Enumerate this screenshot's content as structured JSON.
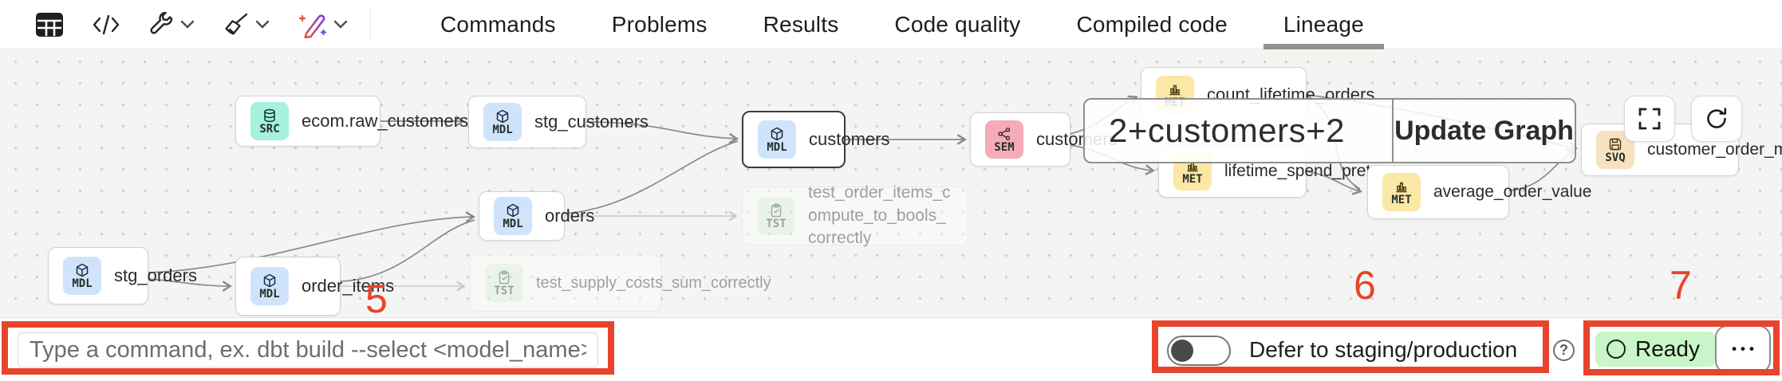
{
  "toolbar": {
    "icons": [
      "table-icon",
      "code-icon",
      "wrench-icon",
      "chevron-down-icon",
      "broom-icon",
      "chevron-down-icon",
      "magic-pencil-icon",
      "chevron-down-icon"
    ]
  },
  "tabs": [
    {
      "label": "Commands",
      "active": false
    },
    {
      "label": "Problems",
      "active": false
    },
    {
      "label": "Results",
      "active": false
    },
    {
      "label": "Code quality",
      "active": false
    },
    {
      "label": "Compiled code",
      "active": false
    },
    {
      "label": "Lineage",
      "active": true
    }
  ],
  "graph": {
    "nodes": [
      {
        "type": "source",
        "badge": "SRC",
        "label": "ecom.raw_customers",
        "state": "normal"
      },
      {
        "type": "model",
        "badge": "MDL",
        "label": "stg_customers",
        "state": "normal"
      },
      {
        "type": "model",
        "badge": "MDL",
        "label": "stg_orders",
        "state": "normal"
      },
      {
        "type": "model",
        "badge": "MDL",
        "label": "order_items",
        "state": "normal"
      },
      {
        "type": "model",
        "badge": "MDL",
        "label": "orders",
        "state": "normal"
      },
      {
        "type": "model",
        "badge": "MDL",
        "label": "customers",
        "state": "selected"
      },
      {
        "type": "test",
        "badge": "TST",
        "label": "test_order_items_compute_to_bools_correctly",
        "state": "faded"
      },
      {
        "type": "test",
        "badge": "TST",
        "label": "test_supply_costs_sum_correctly",
        "state": "faded"
      },
      {
        "type": "semantic",
        "badge": "SEM",
        "label": "customers",
        "state": "normal"
      },
      {
        "type": "metric",
        "badge": "MET",
        "label": "count_lifetime_orders",
        "state": "normal"
      },
      {
        "type": "metric",
        "badge": "MET",
        "label": "lifetime_spend_pretax",
        "state": "normal"
      },
      {
        "type": "metric",
        "badge": "MET",
        "label": "average_order_value",
        "state": "normal"
      },
      {
        "type": "saved_query",
        "badge": "SVQ",
        "label": "customer_order_metrics",
        "state": "normal"
      }
    ],
    "selector": {
      "query": "2+customers+2",
      "update_button": "Update Graph"
    },
    "controls": {
      "fullscreen": "fullscreen-icon",
      "refresh": "refresh-icon"
    },
    "annotations": {
      "five": "5",
      "six": "6",
      "seven": "7"
    }
  },
  "bottom_bar": {
    "command_input": {
      "value": "",
      "placeholder": "Type a command, ex. dbt build --select <model_name>"
    },
    "defer_toggle": {
      "label": "Defer to staging/production",
      "state": "off"
    },
    "help_icon": "?",
    "status": {
      "label": "Ready",
      "state": "ready"
    },
    "more_icon": "•••"
  },
  "colors": {
    "annotation_red": "#e8432c",
    "badge_src": "#a5f1de",
    "badge_mdl": "#cfe4fa",
    "badge_sem": "#f5abba",
    "badge_met": "#fbe8a6",
    "badge_svq": "#f6e2c1",
    "badge_tst": "#ddf2dc",
    "ready_green": "#c9f6c8",
    "canvas_bg": "#f4f4f2",
    "active_tab_underline": "#98908c"
  }
}
